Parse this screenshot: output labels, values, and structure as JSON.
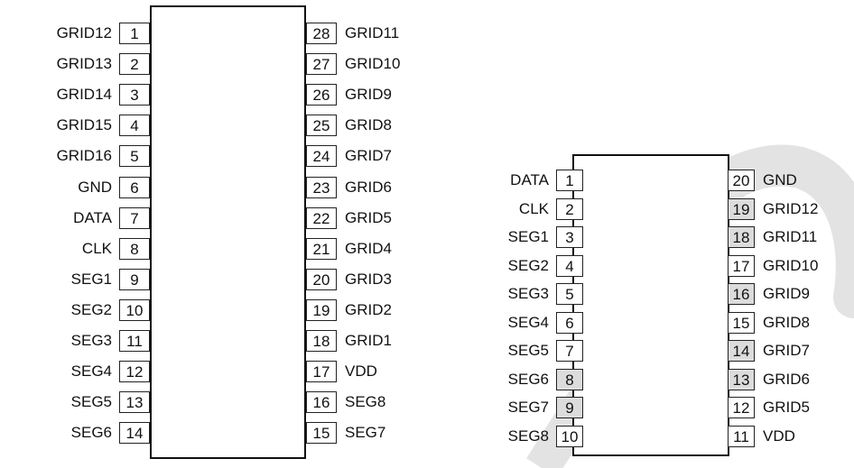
{
  "diagrams": [
    {
      "name": "28-pin package",
      "left_pins": [
        {
          "number": "1",
          "label": "GRID12"
        },
        {
          "number": "2",
          "label": "GRID13"
        },
        {
          "number": "3",
          "label": "GRID14"
        },
        {
          "number": "4",
          "label": "GRID15"
        },
        {
          "number": "5",
          "label": "GRID16"
        },
        {
          "number": "6",
          "label": "GND"
        },
        {
          "number": "7",
          "label": "DATA"
        },
        {
          "number": "8",
          "label": "CLK"
        },
        {
          "number": "9",
          "label": "SEG1"
        },
        {
          "number": "10",
          "label": "SEG2"
        },
        {
          "number": "11",
          "label": "SEG3"
        },
        {
          "number": "12",
          "label": "SEG4"
        },
        {
          "number": "13",
          "label": "SEG5"
        },
        {
          "number": "14",
          "label": "SEG6"
        }
      ],
      "right_pins": [
        {
          "number": "28",
          "label": "GRID11"
        },
        {
          "number": "27",
          "label": "GRID10"
        },
        {
          "number": "26",
          "label": "GRID9"
        },
        {
          "number": "25",
          "label": "GRID8"
        },
        {
          "number": "24",
          "label": "GRID7"
        },
        {
          "number": "23",
          "label": "GRID6"
        },
        {
          "number": "22",
          "label": "GRID5"
        },
        {
          "number": "21",
          "label": "GRID4"
        },
        {
          "number": "20",
          "label": "GRID3"
        },
        {
          "number": "19",
          "label": "GRID2"
        },
        {
          "number": "18",
          "label": "GRID1"
        },
        {
          "number": "17",
          "label": "VDD"
        },
        {
          "number": "16",
          "label": "SEG8"
        },
        {
          "number": "15",
          "label": "SEG7"
        }
      ]
    },
    {
      "name": "20-pin package",
      "left_pins": [
        {
          "number": "1",
          "label": "DATA"
        },
        {
          "number": "2",
          "label": "CLK"
        },
        {
          "number": "3",
          "label": "SEG1"
        },
        {
          "number": "4",
          "label": "SEG2"
        },
        {
          "number": "5",
          "label": "SEG3"
        },
        {
          "number": "6",
          "label": "SEG4"
        },
        {
          "number": "7",
          "label": "SEG5"
        },
        {
          "number": "8",
          "label": "SEG6",
          "shaded": true
        },
        {
          "number": "9",
          "label": "SEG7",
          "shaded": true
        },
        {
          "number": "10",
          "label": "SEG8"
        }
      ],
      "right_pins": [
        {
          "number": "20",
          "label": "GND"
        },
        {
          "number": "19",
          "label": "GRID12",
          "shaded": true
        },
        {
          "number": "18",
          "label": "GRID11",
          "shaded": true
        },
        {
          "number": "17",
          "label": "GRID10"
        },
        {
          "number": "16",
          "label": "GRID9",
          "shaded": true
        },
        {
          "number": "15",
          "label": "GRID8"
        },
        {
          "number": "14",
          "label": "GRID7",
          "shaded": true
        },
        {
          "number": "13",
          "label": "GRID6",
          "shaded": true
        },
        {
          "number": "12",
          "label": "GRID5"
        },
        {
          "number": "11",
          "label": "VDD"
        }
      ]
    }
  ],
  "colors": {
    "outline": "#111111",
    "shaded_pin": "#dcdcdc",
    "watermark": "#e3e3e3"
  }
}
